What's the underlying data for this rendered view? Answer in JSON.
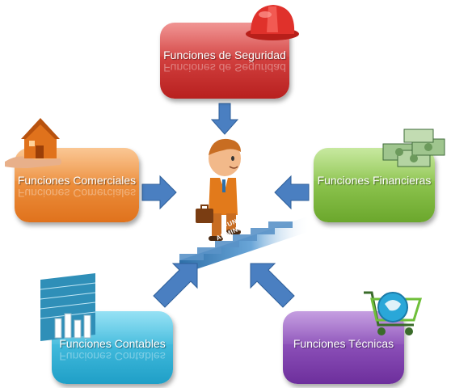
{
  "boxes": {
    "seguridad": "Funciones de Seguridad",
    "comerciales": "Funciones Comerciales",
    "financieras": "Funciones Financieras",
    "contables": "Funciones Contables",
    "tecnicas": "Funciones Técnicas"
  },
  "center": {
    "line1": "FUNCIONES",
    "line2": "ADMINISTRATIVAS"
  },
  "colors": {
    "seguridad": "#c9302c",
    "comerciales": "#f08a2c",
    "financieras": "#8cc64a",
    "contables": "#3bbbe0",
    "tecnicas": "#8447b4",
    "arrow": "#4a7fc1"
  },
  "icons": [
    "hard-hat-icon",
    "house-in-hand-icon",
    "money-stacks-icon",
    "building-chart-icon",
    "globe-cart-icon",
    "businessman-climbing-stairs-icon"
  ]
}
